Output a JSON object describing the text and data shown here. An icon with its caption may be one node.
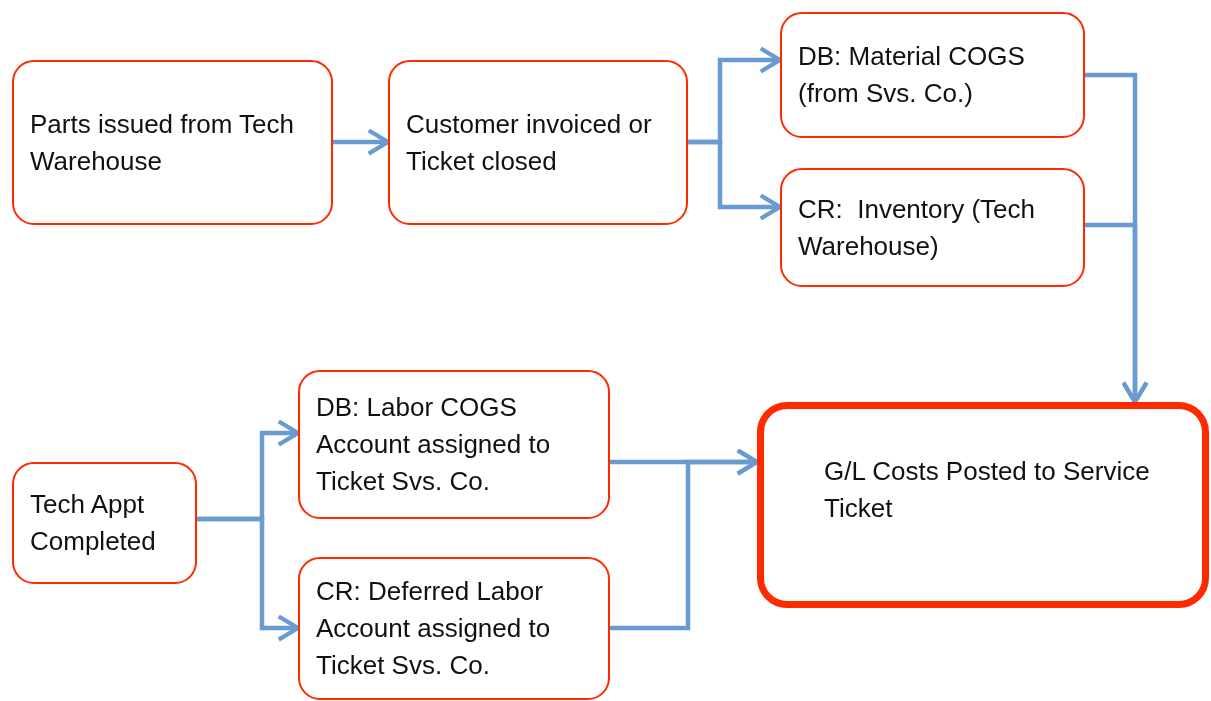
{
  "diagram": {
    "nodes": [
      {
        "text": [
          "Parts issued from Tech Warehouse"
        ]
      },
      {
        "text": [
          "Customer invoiced or Ticket closed"
        ]
      },
      {
        "text": [
          "DB: Material COGS (from Svs. Co.)"
        ]
      },
      {
        "text": [
          "CR:  Inventory (Tech Warehouse)"
        ]
      },
      {
        "text": [
          "Tech Appt Completed"
        ]
      },
      {
        "text": [
          "DB: Labor COGS Account assigned to Ticket Svs. Co."
        ]
      },
      {
        "text": [
          "CR: Deferred Labor Account assigned to Ticket Svs. Co."
        ]
      },
      {
        "text": [
          "G/L Costs Posted to Service Ticket"
        ]
      }
    ],
    "edges": [
      {
        "from": 0,
        "to": 1,
        "arrow": "to"
      },
      {
        "from": 1,
        "to": 2,
        "arrow": "to"
      },
      {
        "from": 1,
        "to": 3,
        "arrow": "to"
      },
      {
        "from": 2,
        "to": 7,
        "arrow": "to"
      },
      {
        "from": 3,
        "to": 7,
        "arrow": "to"
      },
      {
        "from": 4,
        "to": 5,
        "arrow": "to"
      },
      {
        "from": 4,
        "to": 6,
        "arrow": "to"
      },
      {
        "from": 5,
        "to": 7,
        "arrow": "to"
      },
      {
        "from": 6,
        "to": 7,
        "arrow": "to"
      }
    ]
  }
}
